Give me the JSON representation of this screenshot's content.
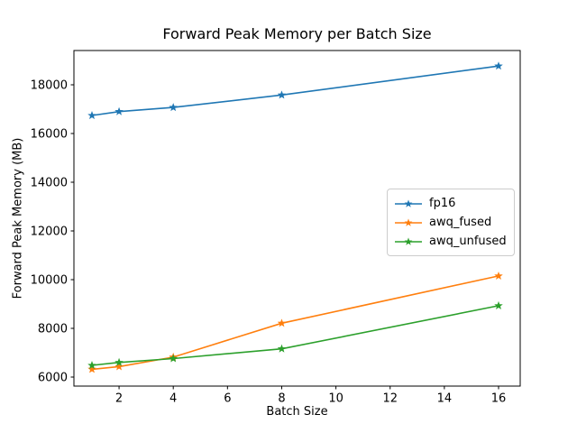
{
  "chart_data": {
    "type": "line",
    "title": "Forward Peak Memory per Batch Size",
    "xlabel": "Batch Size",
    "ylabel": "Forward Peak Memory (MB)",
    "x": [
      1,
      2,
      4,
      8,
      16
    ],
    "series": [
      {
        "name": "fp16",
        "color": "#1f77b4",
        "marker": "star",
        "values": [
          16740,
          16900,
          17070,
          17580,
          18770
        ]
      },
      {
        "name": "awq_fused",
        "color": "#ff7f0e",
        "marker": "star",
        "values": [
          6320,
          6430,
          6820,
          8210,
          10150
        ]
      },
      {
        "name": "awq_unfused",
        "color": "#2ca02c",
        "marker": "star",
        "values": [
          6480,
          6600,
          6760,
          7160,
          8930
        ]
      }
    ],
    "xticks": [
      2,
      4,
      6,
      8,
      10,
      12,
      14,
      16
    ],
    "yticks": [
      6000,
      8000,
      10000,
      12000,
      14000,
      16000,
      18000
    ],
    "xlim": [
      0.33,
      16.8
    ],
    "ylim": [
      5630,
      19400
    ],
    "grid": false,
    "legend_position": "center right",
    "axis_color": "#000000",
    "background_color": "#ffffff"
  },
  "legend": {
    "items": [
      {
        "label": "fp16",
        "color": "#1f77b4"
      },
      {
        "label": "awq_fused",
        "color": "#ff7f0e"
      },
      {
        "label": "awq_unfused",
        "color": "#2ca02c"
      }
    ]
  }
}
